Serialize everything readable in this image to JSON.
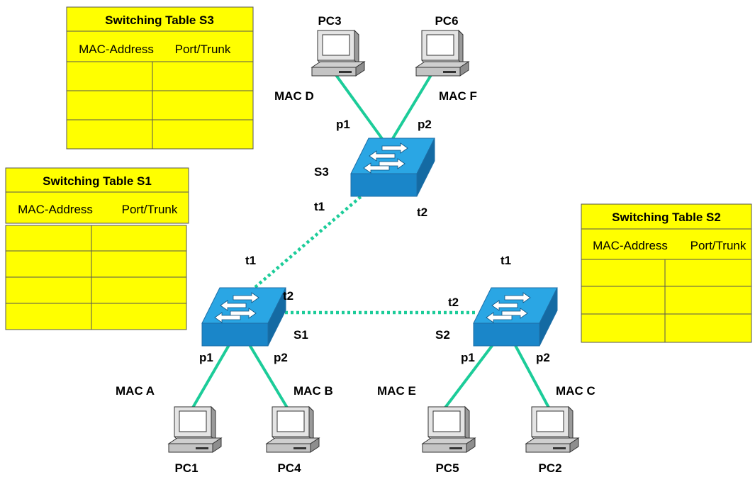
{
  "colors": {
    "table_fill": "#ffff00",
    "link": "#1ccc99",
    "switch_top": "#2aa6e4",
    "switch_side": "#1a80bf"
  },
  "tables": {
    "s3": {
      "title": "Switching Table S3",
      "col_mac": "MAC-Address",
      "col_port": "Port/Trunk",
      "rows": 3
    },
    "s1": {
      "title": "Switching Table S1",
      "col_mac": "MAC-Address",
      "col_port": "Port/Trunk",
      "rows": 4
    },
    "s2": {
      "title": "Switching Table S2",
      "col_mac": "MAC-Address",
      "col_port": "Port/Trunk",
      "rows": 3
    }
  },
  "switches": {
    "s1": "S1",
    "s2": "S2",
    "s3": "S3"
  },
  "pcs": {
    "pc1": {
      "name": "PC1",
      "mac": "MAC A"
    },
    "pc2": {
      "name": "PC2",
      "mac": "MAC C"
    },
    "pc3": {
      "name": "PC3",
      "mac": "MAC D"
    },
    "pc4": {
      "name": "PC4",
      "mac": "MAC B"
    },
    "pc5": {
      "name": "PC5",
      "mac": "MAC E"
    },
    "pc6": {
      "name": "PC6",
      "mac": "MAC F"
    }
  },
  "ports": {
    "s3_p1": "p1",
    "s3_p2": "p2",
    "s3_t1": "t1",
    "s3_t2": "t2",
    "s1_t1": "t1",
    "s1_t2": "t2",
    "s1_p1": "p1",
    "s1_p2": "p2",
    "s2_t1": "t1",
    "s2_t2": "t2",
    "s2_p1": "p1",
    "s2_p2": "p2"
  }
}
